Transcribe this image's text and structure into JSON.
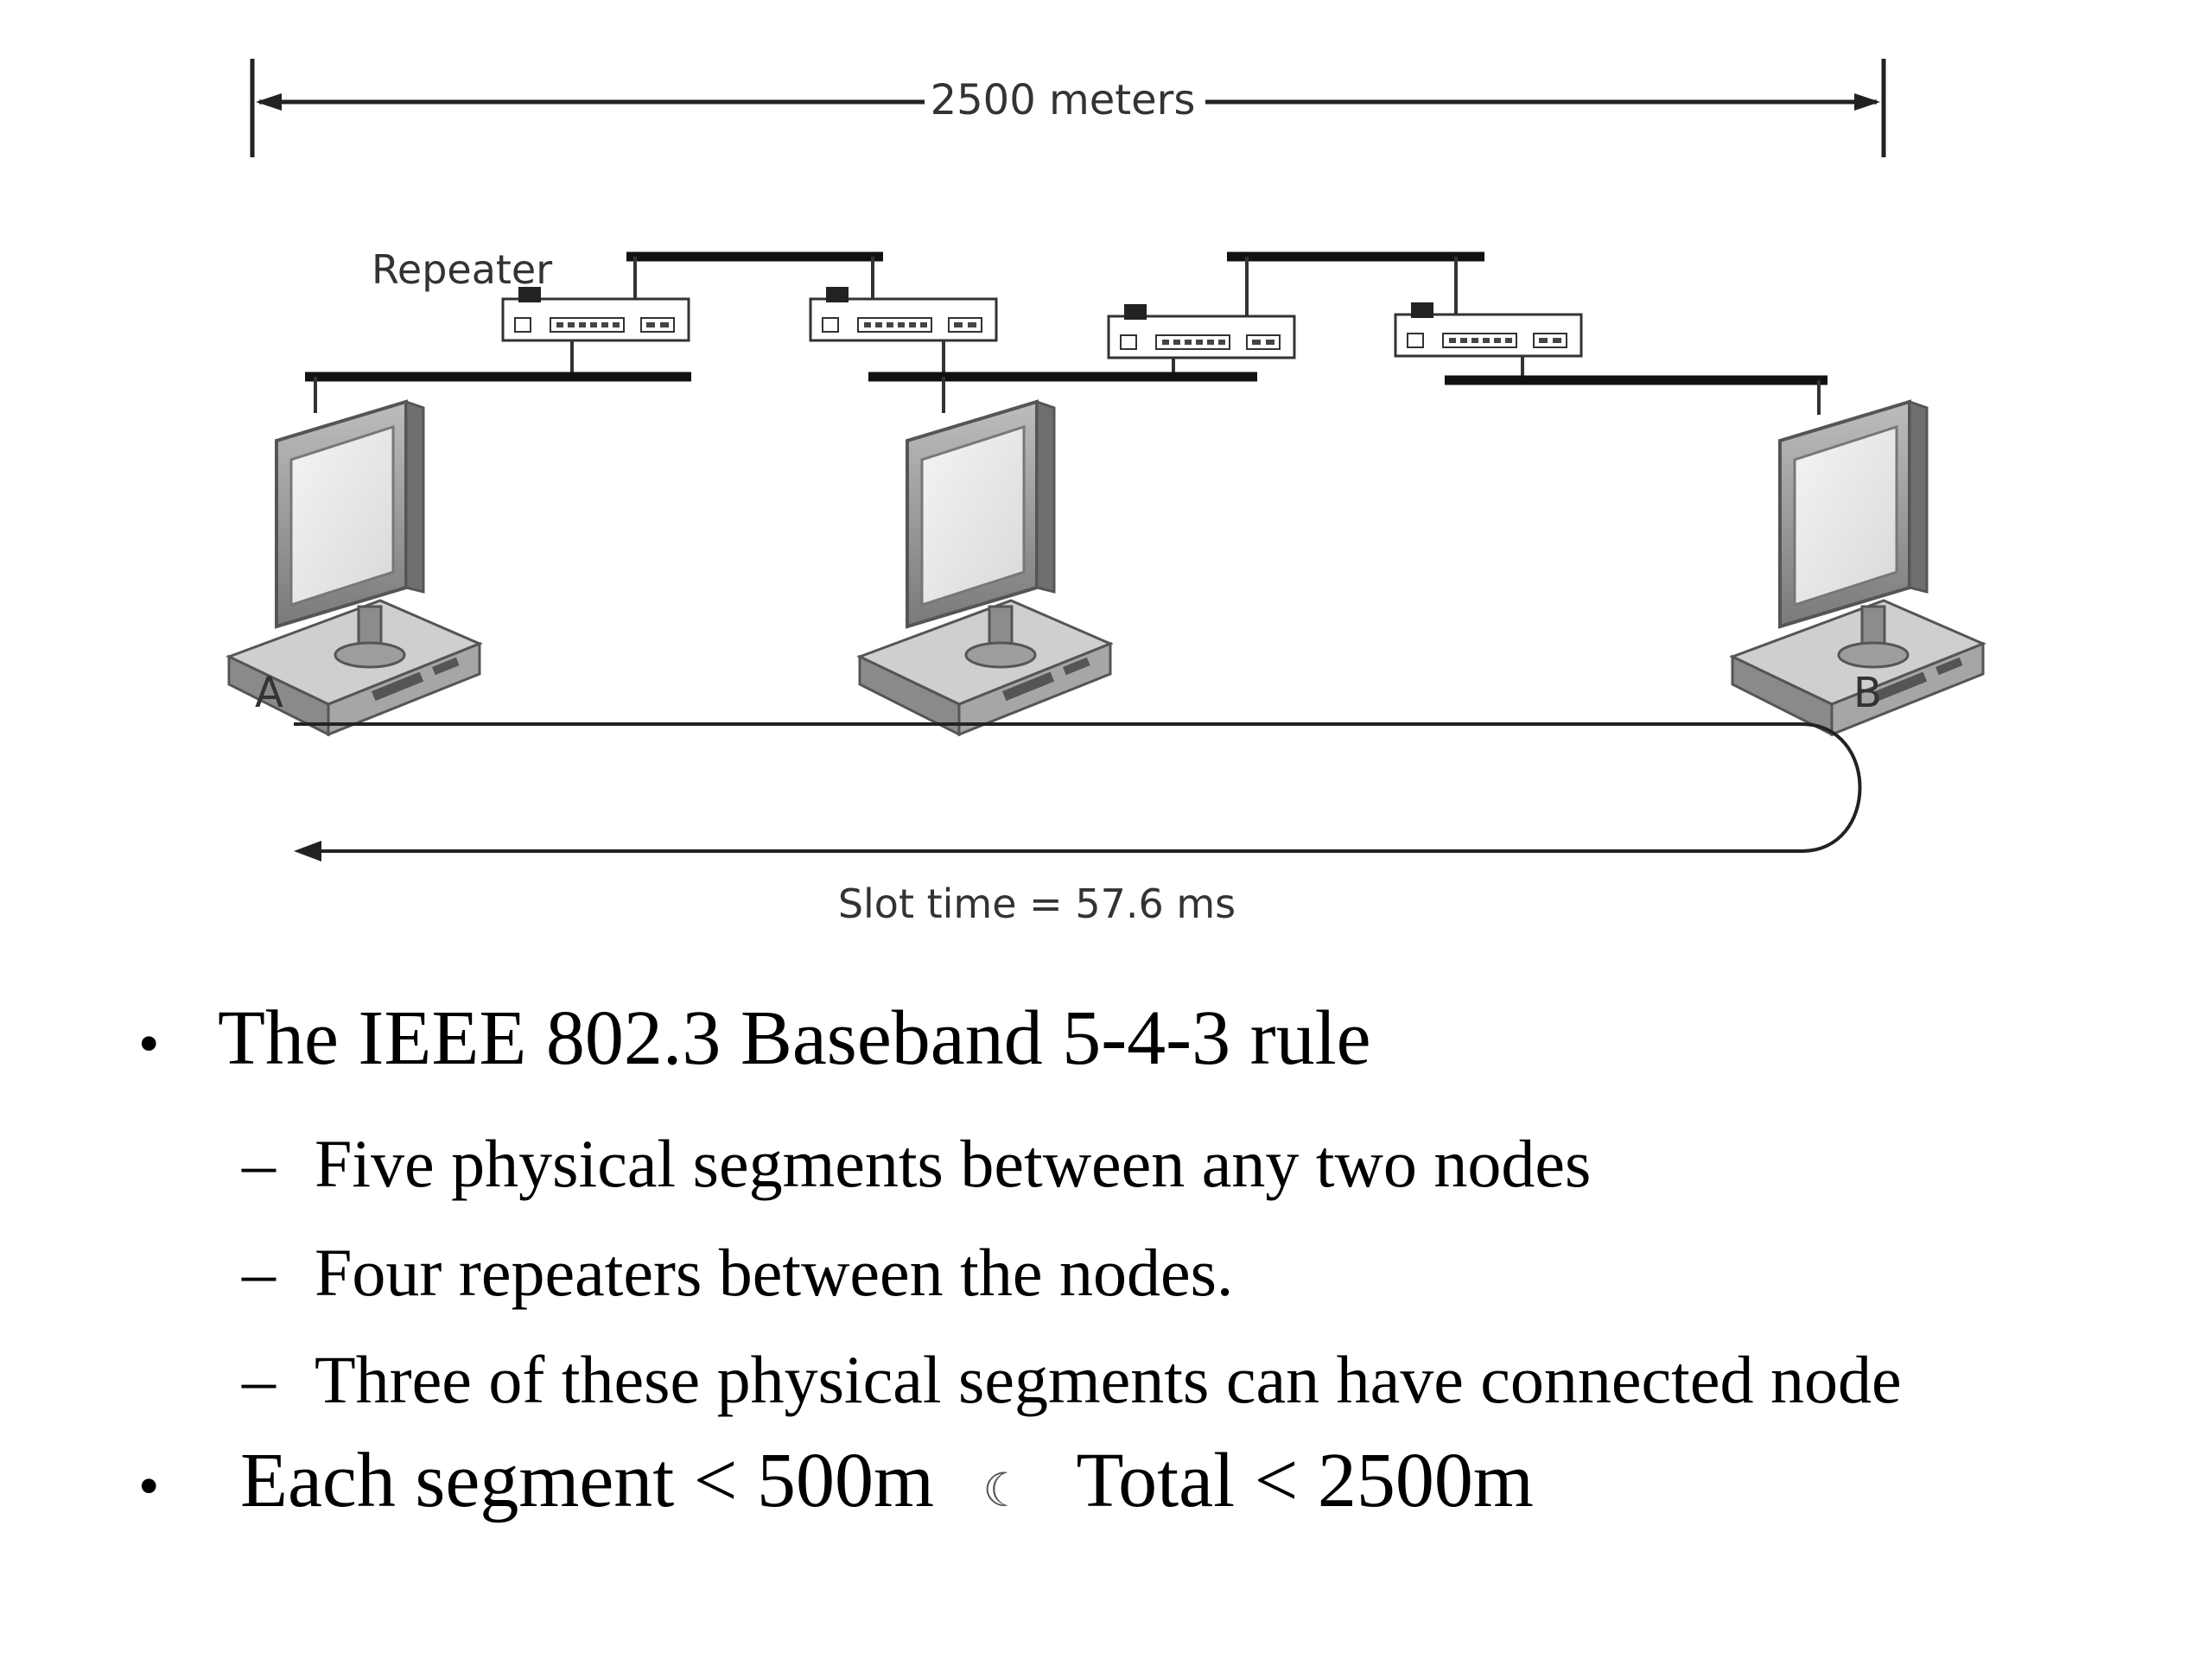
{
  "diagram": {
    "span_label": "2500 meters",
    "repeater_label": "Repeater",
    "node_a_label": "A",
    "node_b_label": "B",
    "slot_time_label": "Slot time = 57.6 ms"
  },
  "bullets": {
    "main_marker": "•",
    "sub_marker": "–",
    "item1": "The IEEE 802.3 Baseband 5-4-3 rule",
    "sub_items": [
      "Five physical segments between any two nodes",
      "Four repeaters between the nodes.",
      "Three of these physical segments can have connected node"
    ],
    "item2_left": "Each segment < 500m",
    "item2_glyph": "☾",
    "item2_right": "Total < 2500m"
  }
}
